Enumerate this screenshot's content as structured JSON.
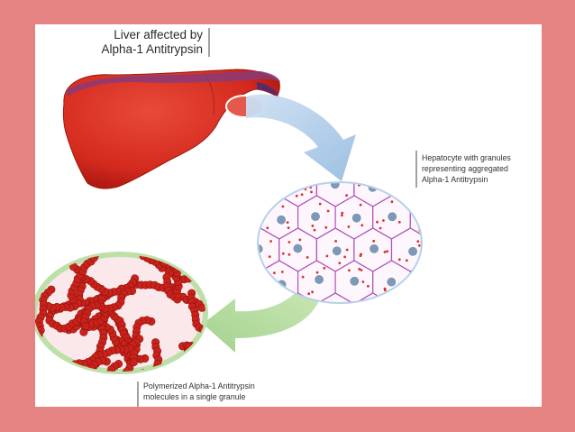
{
  "labels": {
    "liver_title": [
      "Liver affected by",
      "Alpha-1 Antitrypsin"
    ],
    "hepatocyte": [
      "Hepatocyte with granules",
      "representing aggregated",
      "Alpha-1 Antitrypsin"
    ],
    "polymer": [
      "Polymerized Alpha-1 Antitrypsin",
      "molecules in a single granule"
    ]
  },
  "colors": {
    "frame": "#e58383",
    "liver": "#d42a1e",
    "liver_dark": "#a8160f",
    "liver_vessel": "#8a3a78",
    "blue_arrow": "#a9c8e6",
    "green_arrow": "#b8dba0",
    "cell_wall": "#b04fb8",
    "nucleus": "#7f98b8",
    "granule": "#d8312a",
    "polymer": "#c8221b"
  }
}
